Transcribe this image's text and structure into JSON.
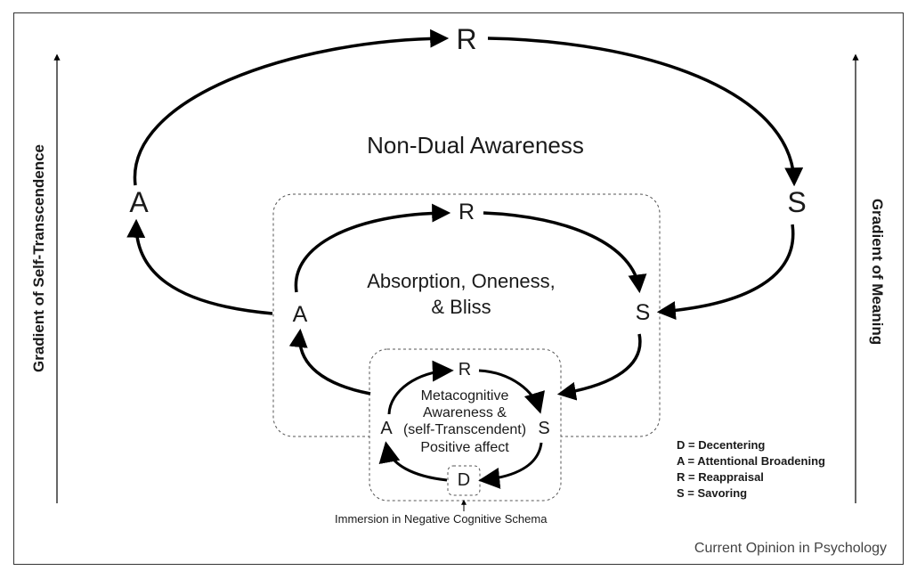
{
  "outer_loop": {
    "r": "R",
    "a": "A",
    "s": "S",
    "label": "Non-Dual Awareness"
  },
  "middle_loop": {
    "r": "R",
    "a": "A",
    "s": "S",
    "label_line1": "Absorption, Oneness,",
    "label_line2": "& Bliss"
  },
  "inner_loop": {
    "r": "R",
    "a": "A",
    "s": "S",
    "d": "D",
    "label_line1": "Metacognitive",
    "label_line2": "Awareness &",
    "label_line3": "(self-Transcendent)",
    "label_line4": "Positive affect"
  },
  "left_axis_label": "Gradient of Self-Transcendence",
  "right_axis_label": "Gradient of Meaning",
  "immersion_label": "Immersion in Negative Cognitive Schema",
  "legend": [
    "D = Decentering",
    "A = Attentional Broadening",
    "R = Reappraisal",
    "S = Savoring"
  ],
  "footer": "Current Opinion in Psychology",
  "colors": {
    "line": "#000000",
    "dashed": "#555555",
    "frame": "#333333"
  }
}
